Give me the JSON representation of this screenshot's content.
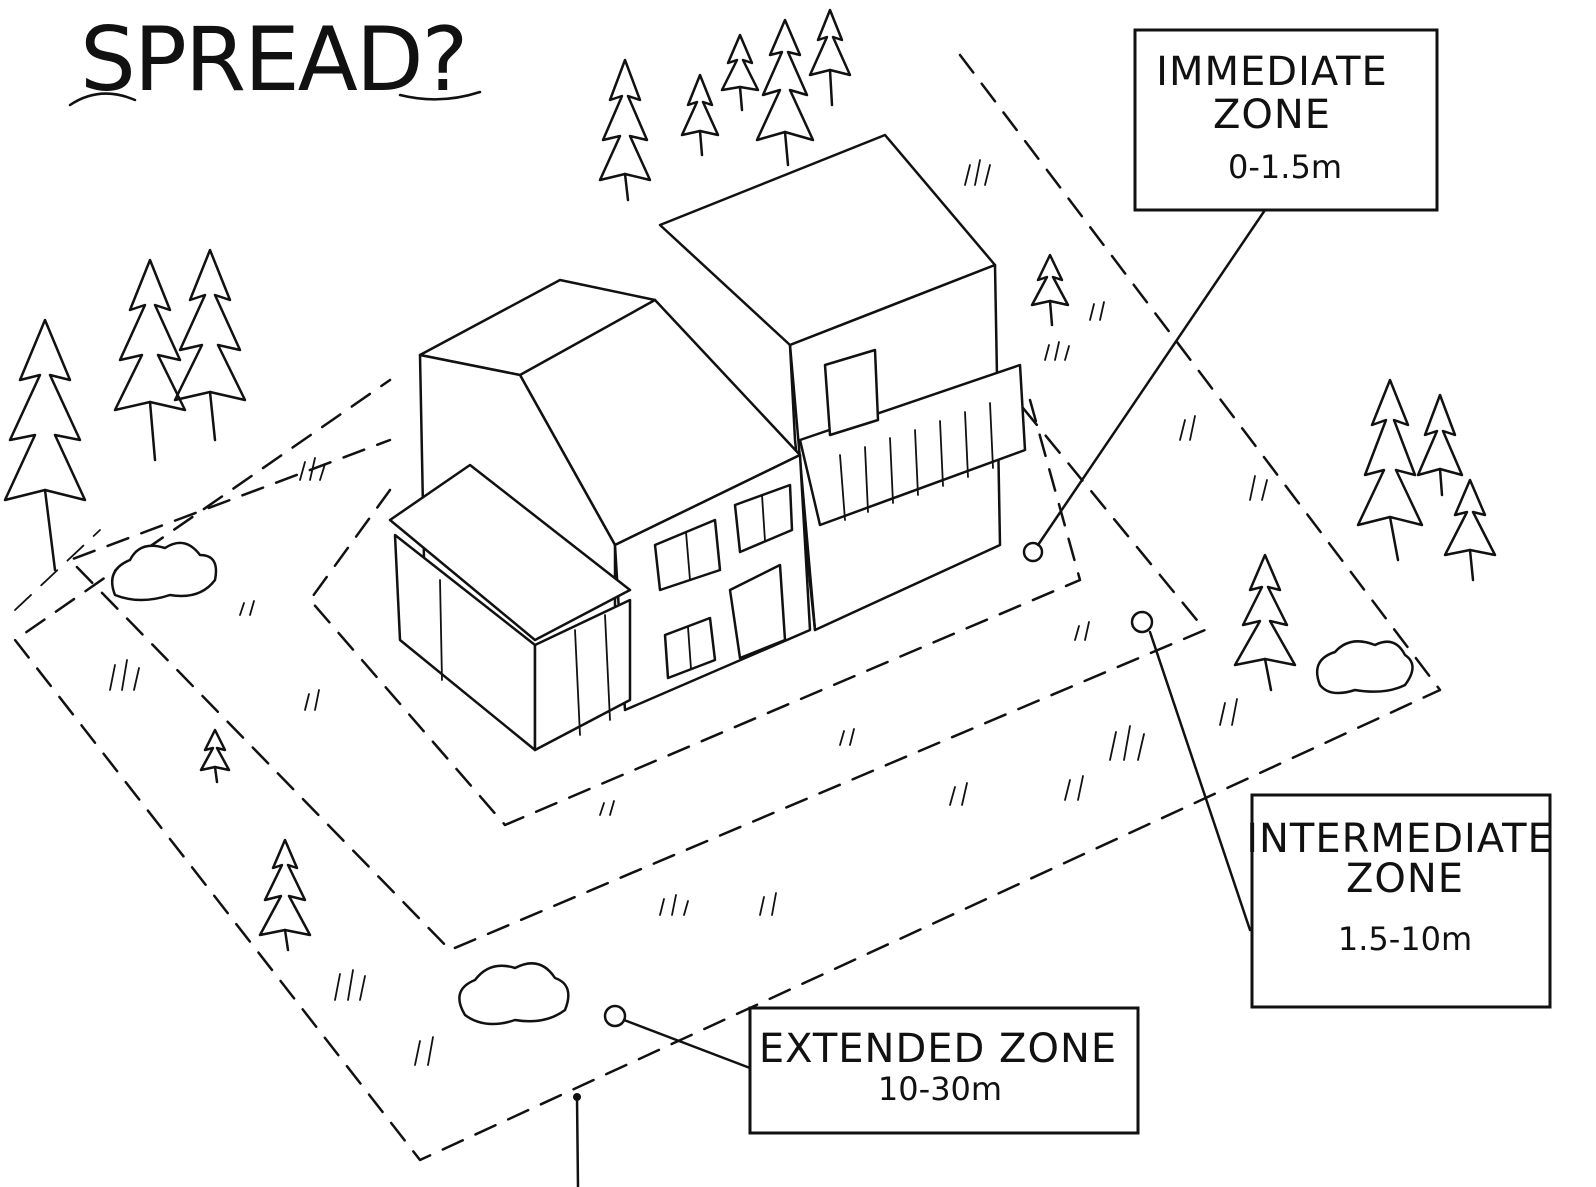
{
  "title": {
    "text": "SPREAD?"
  },
  "zones": [
    {
      "id": "immediate",
      "name_line1": "IMMEDIATE",
      "name_line2": "ZONE",
      "range": "0-1.5m"
    },
    {
      "id": "intermediate",
      "name_line1": "INTERMEDIATE",
      "name_line2": "ZONE",
      "range": "1.5-10m"
    },
    {
      "id": "extended",
      "name_line1": "EXTENDED ZONE",
      "name_line2": "",
      "range": "10-30m"
    }
  ],
  "colors": {
    "ink": "#111111",
    "paper": "#ffffff"
  },
  "icons": [
    "house-sketch",
    "pine-tree",
    "shrub",
    "grass-tuft"
  ]
}
